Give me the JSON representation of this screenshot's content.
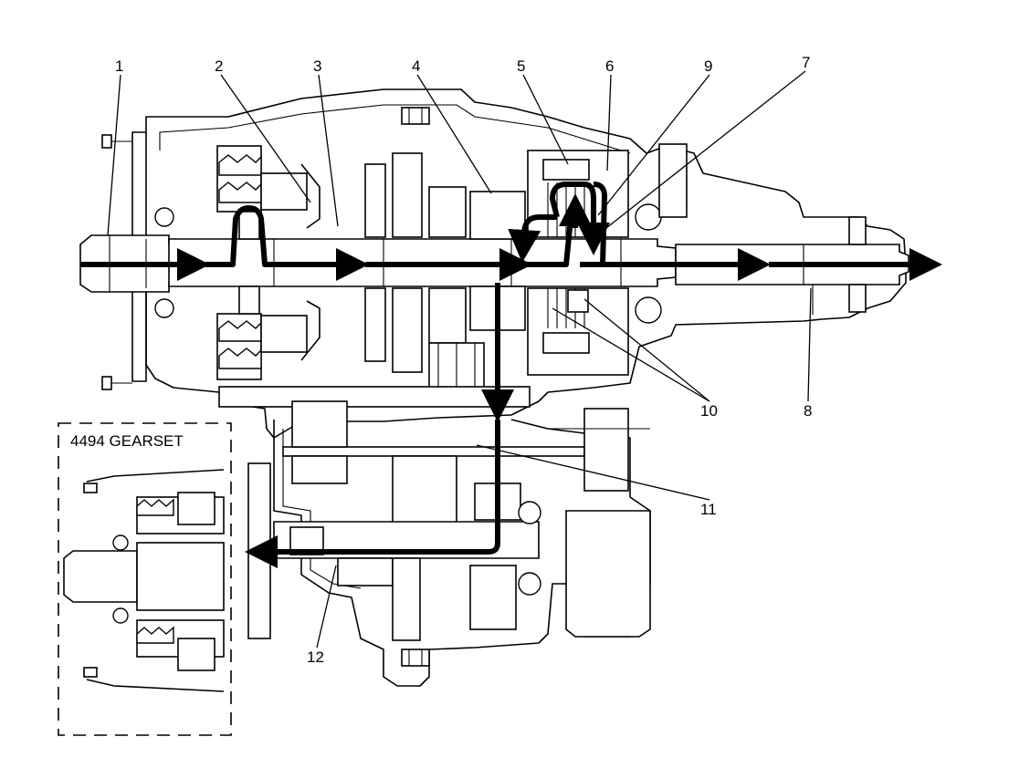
{
  "callouts": {
    "c1": "1",
    "c2": "2",
    "c3": "3",
    "c4": "4",
    "c5": "5",
    "c6": "6",
    "c7": "7",
    "c8": "8",
    "c9": "9",
    "c10": "10",
    "c11": "11",
    "c12": "12"
  },
  "inset": {
    "title": "4494 GEARSET"
  }
}
